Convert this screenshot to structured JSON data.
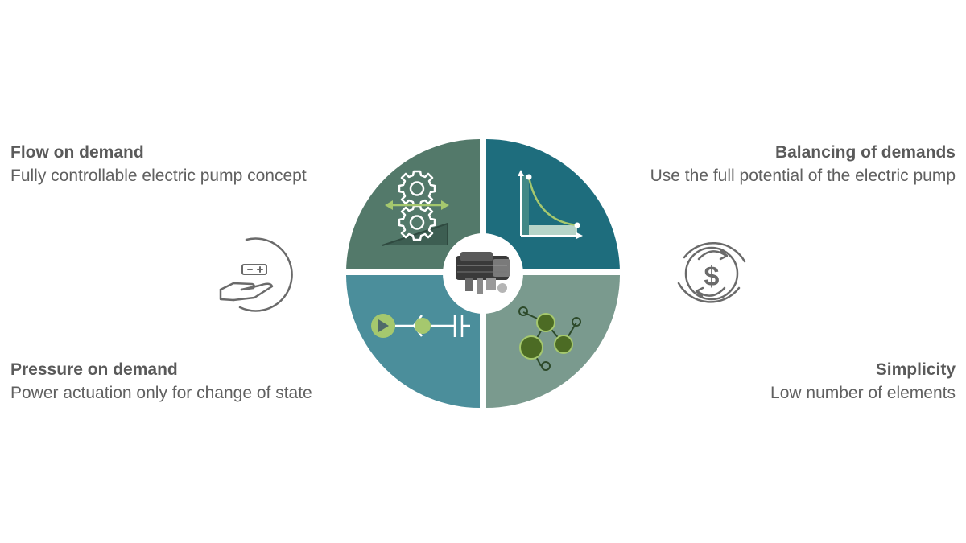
{
  "top_left": {
    "title": "Flow on demand",
    "description": "Fully controllable electric pump concept"
  },
  "top_right": {
    "title": "Balancing of demands",
    "description": "Use the full potential of the electric pump"
  },
  "bottom_left": {
    "title": "Pressure on demand",
    "description": "Power actuation only for change of state"
  },
  "bottom_right": {
    "title": "Simplicity",
    "description": "Low number of elements"
  },
  "colors": {
    "quadrant_top_left": "#53796a",
    "quadrant_top_right": "#1e6d7d",
    "quadrant_bottom_left": "#4b8e9b",
    "quadrant_bottom_right": "#7a9a8e",
    "accent_green": "#a5c86e",
    "dark_green": "#4c6b24",
    "rule": "#a9a9a9"
  },
  "icons": {
    "quadrant_top_left": "gears-icon",
    "quadrant_top_right": "curve-graph-icon",
    "quadrant_bottom_left": "hydraulic-pump-icon",
    "quadrant_bottom_right": "node-network-icon",
    "left_side": "hand-battery-icon",
    "right_side": "dollar-cycle-icon",
    "center": "electric-pump-image"
  }
}
